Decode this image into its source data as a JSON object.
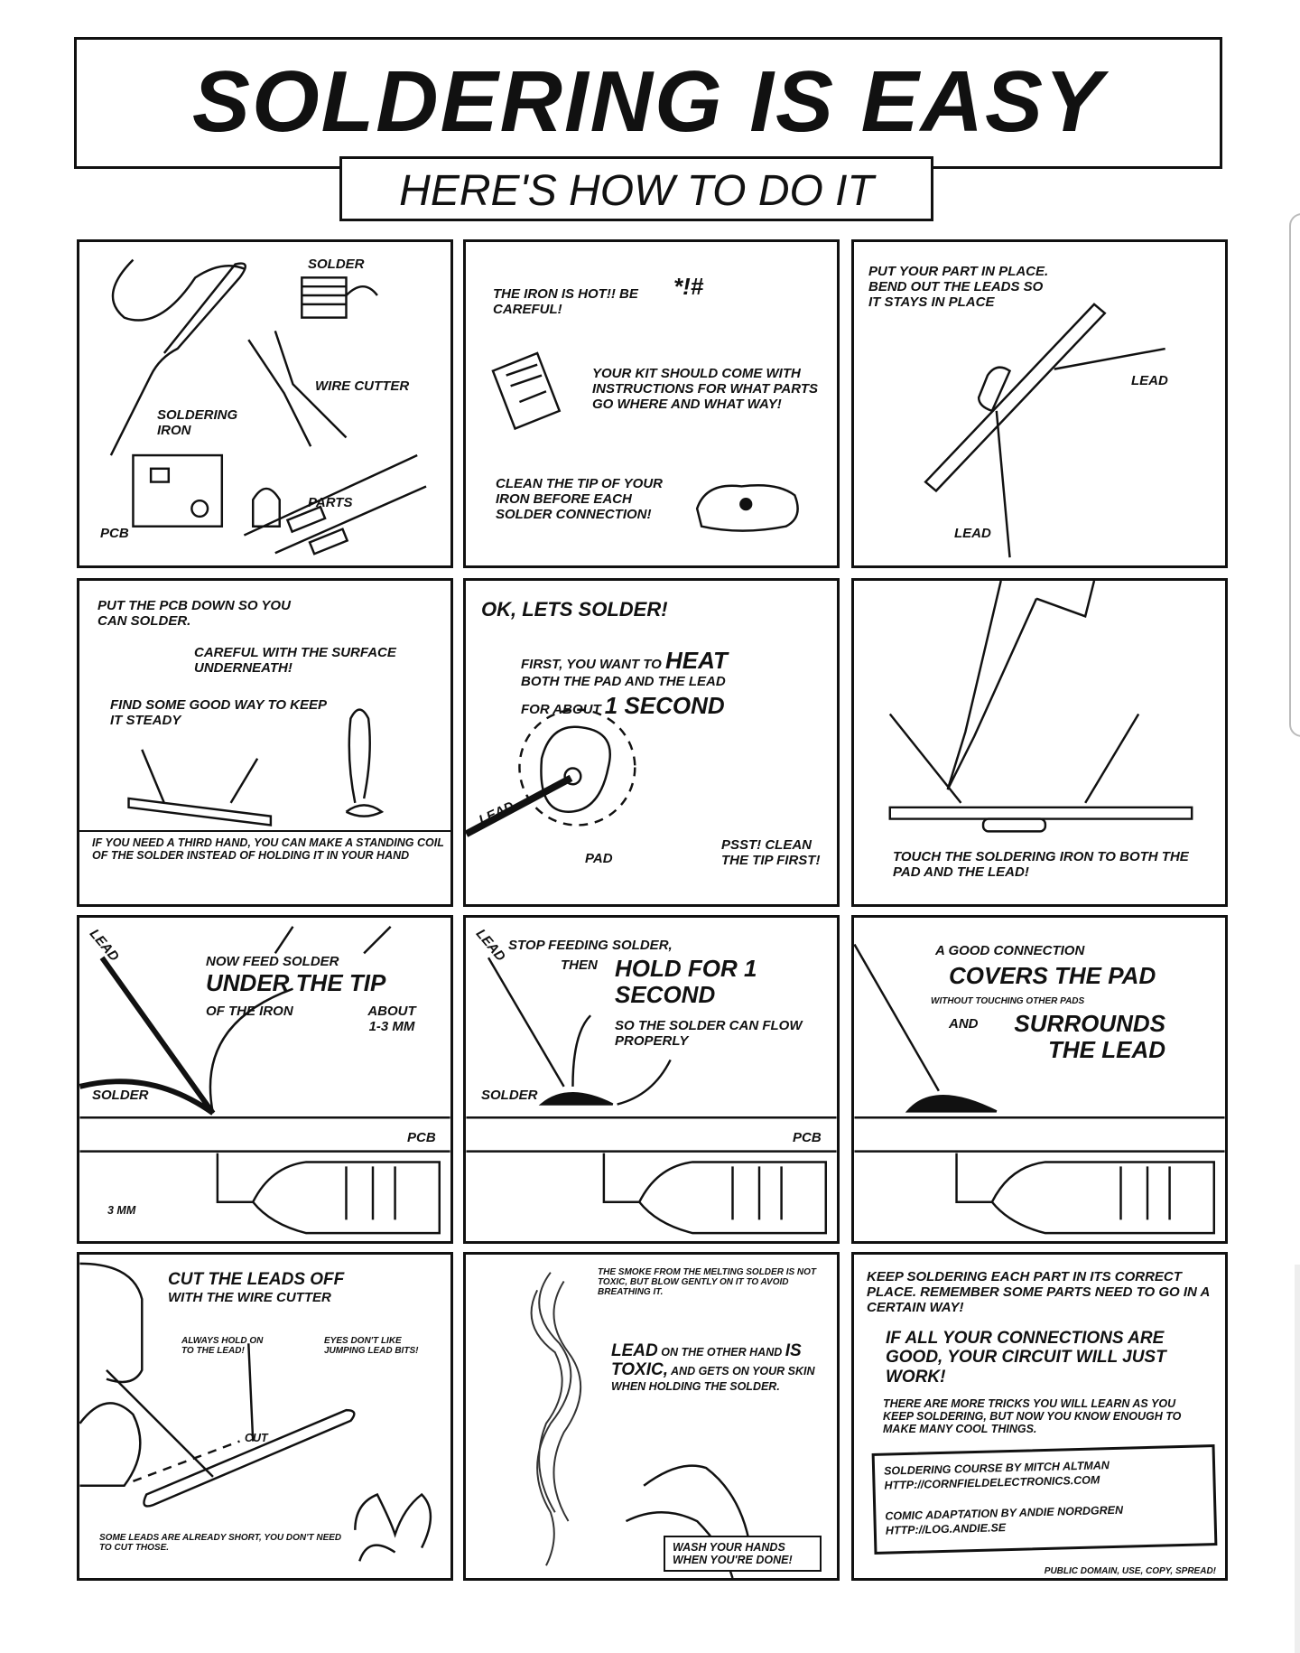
{
  "title": "SOLDERING IS EASY",
  "subtitle": "HERE'S HOW TO DO IT",
  "panels": [
    {
      "texts": [
        "SOLDER",
        "WIRE CUTTER",
        "SOLDERING IRON",
        "PARTS",
        "PCB"
      ]
    },
    {
      "texts": [
        "THE IRON IS HOT!! BE CAREFUL!",
        "YOUR KIT SHOULD COME WITH INSTRUCTIONS FOR WHAT PARTS GO WHERE AND WHAT WAY!",
        "CLEAN THE TIP OF YOUR IRON BEFORE EACH SOLDER CONNECTION!",
        "*!#"
      ]
    },
    {
      "texts": [
        "PUT YOUR PART IN PLACE. BEND OUT THE LEADS SO IT STAYS IN PLACE",
        "LEAD",
        "LEAD"
      ]
    },
    {
      "texts": [
        "PUT THE PCB DOWN SO YOU CAN SOLDER.",
        "CAREFUL WITH THE SURFACE UNDERNEATH!",
        "FIND SOME GOOD WAY TO KEEP IT STEADY",
        "IF YOU NEED A THIRD HAND, YOU CAN MAKE A STANDING COIL OF THE SOLDER INSTEAD OF HOLDING IT IN YOUR HAND"
      ]
    },
    {
      "texts": [
        "OK, LETS SOLDER!",
        "FIRST, YOU WANT TO",
        "HEAT",
        "BOTH THE PAD AND THE LEAD",
        "FOR ABOUT",
        "1 SECOND",
        "LEAD",
        "PAD",
        "PSST! CLEAN THE TIP FIRST!"
      ]
    },
    {
      "texts": [
        "TOUCH THE SOLDERING IRON TO BOTH THE PAD AND THE LEAD!"
      ]
    },
    {
      "texts": [
        "LEAD",
        "NOW FEED SOLDER",
        "UNDER THE TIP",
        "OF THE IRON",
        "ABOUT 1-3 MM",
        "SOLDER",
        "PCB",
        "3 MM"
      ]
    },
    {
      "texts": [
        "LEAD",
        "STOP FEEDING SOLDER,",
        "THEN",
        "HOLD FOR 1 SECOND",
        "SO THE SOLDER CAN FLOW PROPERLY",
        "SOLDER",
        "PCB"
      ]
    },
    {
      "texts": [
        "A GOOD CONNECTION",
        "COVERS THE PAD",
        "WITHOUT TOUCHING OTHER PADS",
        "AND",
        "SURROUNDS THE LEAD"
      ]
    },
    {
      "texts": [
        "CUT THE LEADS OFF",
        "WITH THE WIRE CUTTER",
        "ALWAYS HOLD ON TO THE LEAD!",
        "EYES DON'T LIKE JUMPING LEAD BITS!",
        "CUT",
        "SOME LEADS ARE ALREADY SHORT, YOU DON'T NEED TO CUT THOSE."
      ]
    },
    {
      "texts": [
        "THE SMOKE FROM THE MELTING SOLDER IS NOT TOXIC, BUT BLOW GENTLY ON IT TO AVOID BREATHING IT.",
        "LEAD",
        "ON THE OTHER HAND",
        "IS TOXIC,",
        "AND GETS ON YOUR SKIN WHEN HOLDING THE SOLDER.",
        "WASH YOUR HANDS WHEN YOU'RE DONE!"
      ]
    },
    {
      "texts": [
        "KEEP SOLDERING EACH PART IN ITS CORRECT PLACE. REMEMBER SOME PARTS NEED TO GO IN A CERTAIN WAY!",
        "IF ALL YOUR CONNECTIONS ARE GOOD, YOUR CIRCUIT WILL JUST WORK!",
        "THERE ARE MORE TRICKS YOU WILL LEARN AS YOU KEEP SOLDERING, BUT NOW YOU KNOW ENOUGH TO MAKE MANY COOL THINGS.",
        "SOLDERING COURSE BY MITCH ALTMAN",
        "HTTP://CORNFIELDELECTRONICS.COM",
        "COMIC ADAPTATION BY ANDIE NORDGREN",
        "HTTP://LOG.ANDIE.SE",
        "PUBLIC DOMAIN, USE, COPY, SPREAD!"
      ]
    }
  ]
}
